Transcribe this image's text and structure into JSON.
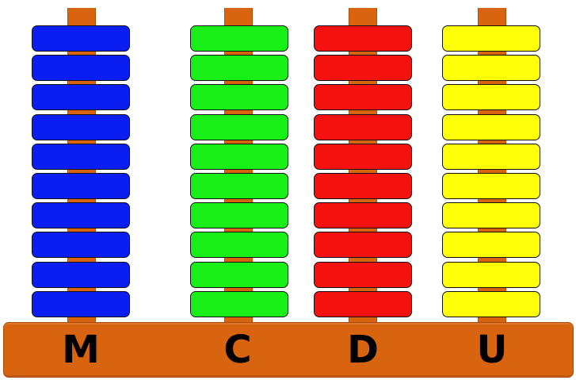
{
  "colors": {
    "frame": "#d9640f",
    "label": "#000000"
  },
  "columns": [
    {
      "label": "M",
      "color": "#0a1ef2",
      "bead_count": 10
    },
    {
      "label": "C",
      "color": "#17ef17",
      "bead_count": 10
    },
    {
      "label": "D",
      "color": "#f4120e",
      "bead_count": 10
    },
    {
      "label": "U",
      "color": "#ffff0a",
      "bead_count": 10
    }
  ]
}
